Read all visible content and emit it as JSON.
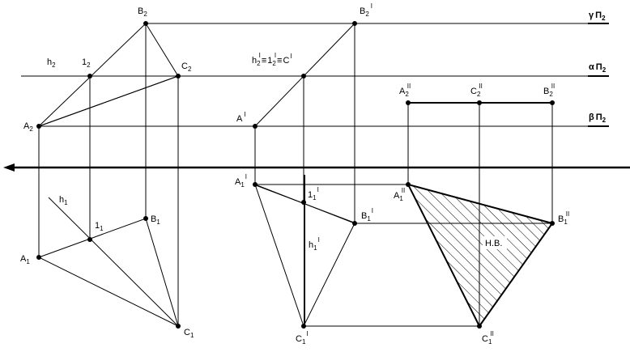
{
  "points": {
    "B2": {
      "base": "B",
      "sub": "2",
      "sup": ""
    },
    "C2": {
      "base": "C",
      "sub": "2",
      "sup": ""
    },
    "A2": {
      "base": "A",
      "sub": "2",
      "sup": ""
    },
    "one2": {
      "base": "1",
      "sub": "2",
      "sup": ""
    },
    "h2": {
      "base": "h",
      "sub": "2",
      "sup": ""
    },
    "A1": {
      "base": "A",
      "sub": "1",
      "sup": ""
    },
    "B1": {
      "base": "B",
      "sub": "1",
      "sup": ""
    },
    "C1": {
      "base": "C",
      "sub": "1",
      "sup": ""
    },
    "one1": {
      "base": "1",
      "sub": "1",
      "sup": ""
    },
    "h1": {
      "base": "h",
      "sub": "1",
      "sup": ""
    },
    "B2p": {
      "base": "B",
      "sub": "2",
      "sup": "I"
    },
    "Ap": {
      "base": "A",
      "sub": "",
      "sup": "I"
    },
    "h2p_equiv": {
      "text": "h",
      "sub": "2",
      "sup": "I"
    },
    "A1p": {
      "base": "A",
      "sub": "1",
      "sup": "I"
    },
    "one1p": {
      "base": "1",
      "sub": "1",
      "sup": "I"
    },
    "h1p": {
      "base": "h",
      "sub": "1",
      "sup": "I"
    },
    "B1p": {
      "base": "B",
      "sub": "1",
      "sup": "I"
    },
    "C1p": {
      "base": "C",
      "sub": "1",
      "sup": "I"
    },
    "A2pp": {
      "base": "A",
      "sub": "2",
      "sup": "II"
    },
    "C2pp": {
      "base": "C",
      "sub": "2",
      "sup": "II"
    },
    "B2pp": {
      "base": "B",
      "sub": "2",
      "sup": "II"
    },
    "A1pp": {
      "base": "A",
      "sub": "1",
      "sup": "II"
    },
    "B1pp": {
      "base": "B",
      "sub": "1",
      "sup": "II"
    },
    "C1pp": {
      "base": "C",
      "sub": "1",
      "sup": "II"
    }
  },
  "equiv_label": {
    "p1": "h",
    "p1_sub": "2",
    "p1_sup": "I",
    "eq": "≡",
    "p2": "1",
    "p2_sub": "2",
    "p2_sup": "I",
    "p3": "C",
    "p3_sup": "I"
  },
  "planes": {
    "gamma": {
      "greek": "γ",
      "name": "Π",
      "sub": "2"
    },
    "alpha": {
      "greek": "α",
      "name": "Π",
      "sub": "2"
    },
    "beta": {
      "greek": "β",
      "name": "Π",
      "sub": "2"
    }
  },
  "true_size_label": "Н.В."
}
